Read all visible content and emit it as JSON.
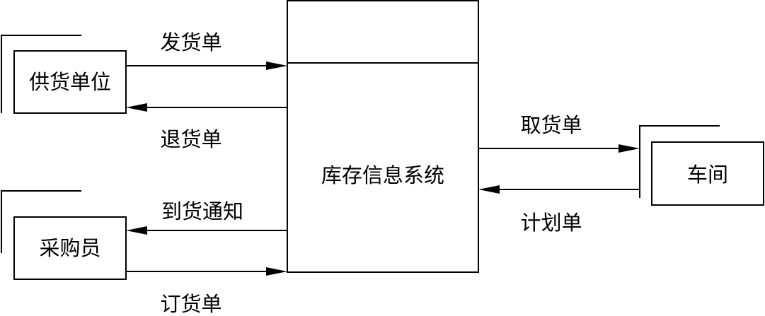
{
  "system": {
    "label": "库存信息系统"
  },
  "entities": {
    "supplier": "供货单位",
    "buyer": "采购员",
    "workshop": "车间"
  },
  "flows": {
    "invoice": "发货单",
    "return_note": "退货单",
    "arrival_notice": "到货通知",
    "purchase_order": "订货单",
    "pickup_note": "取货单",
    "plan_note": "计划单"
  },
  "colors": {
    "stroke": "#000000",
    "background": "#ffffff"
  }
}
